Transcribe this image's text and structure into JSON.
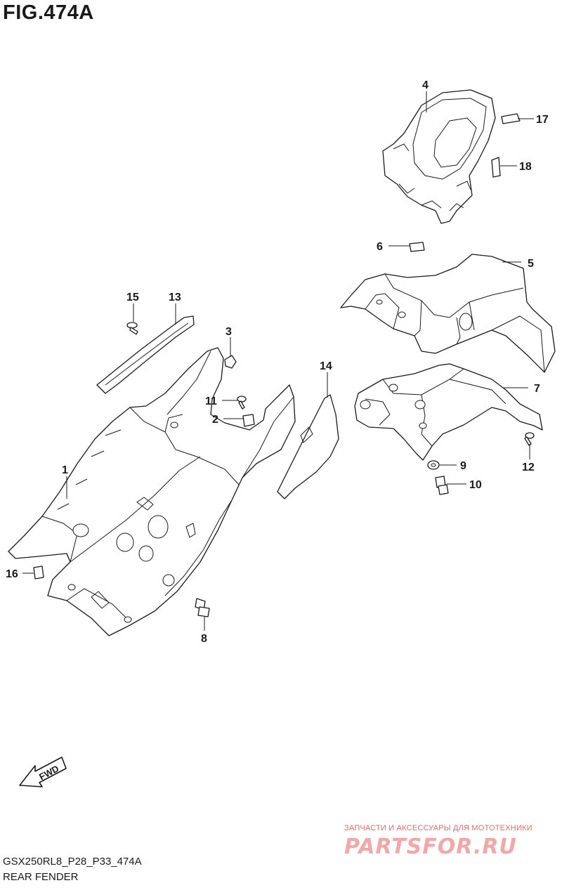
{
  "figure_title": "FIG.474A",
  "model_code": "GSX250RL8_P28_P33_474A",
  "section_name": "REAR FENDER",
  "fwd_label": "FWD",
  "watermark": {
    "top_text": "ЗАПЧАСТИ И АКСЕССУАРЫ ДЛЯ МОТОТЕХНИКИ",
    "logo_text": "PARTSFOR.RU"
  },
  "callouts": [
    "1",
    "2",
    "3",
    "4",
    "5",
    "6",
    "7",
    "8",
    "9",
    "10",
    "11",
    "12",
    "13",
    "14",
    "15",
    "16",
    "17",
    "18"
  ]
}
